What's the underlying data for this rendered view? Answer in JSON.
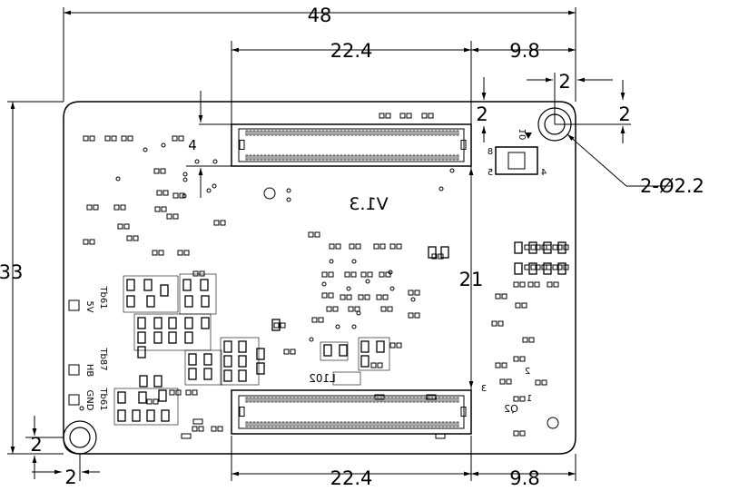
{
  "dimensions": {
    "overall_width": "48",
    "connector_width_top": "22.4",
    "connector_width_bottom": "22.4",
    "right_offset_top": "9.8",
    "right_offset_bottom": "9.8",
    "overall_height": "33",
    "connector_span": "21",
    "hole_offset_top_right_x": "2",
    "hole_offset_top_right_y": "2",
    "connector_offset_top": "2",
    "hole_offset_bottom_left_x": "2",
    "hole_offset_bottom_left_y": "2",
    "mounting_hole_callout": "2-Ø2.2",
    "small_gap": "4"
  },
  "silkscreen": {
    "version": "V1.3",
    "inductor": "L102",
    "ic_pin_left": "8",
    "ic_pin_right": "10",
    "ic_pin_bottom_left": "5",
    "ic_pin_bottom_right": "4",
    "transistor_label": "Q2",
    "transistor_pin_1": "1",
    "transistor_pin_2": "2",
    "transistor_pin_3": "3",
    "pad_labels": [
      "5V",
      "HB",
      "GND"
    ],
    "pin_names": [
      "Tb61",
      "Tb87",
      "Tb61"
    ]
  },
  "colors": {
    "line": "#000000",
    "background": "#ffffff"
  }
}
